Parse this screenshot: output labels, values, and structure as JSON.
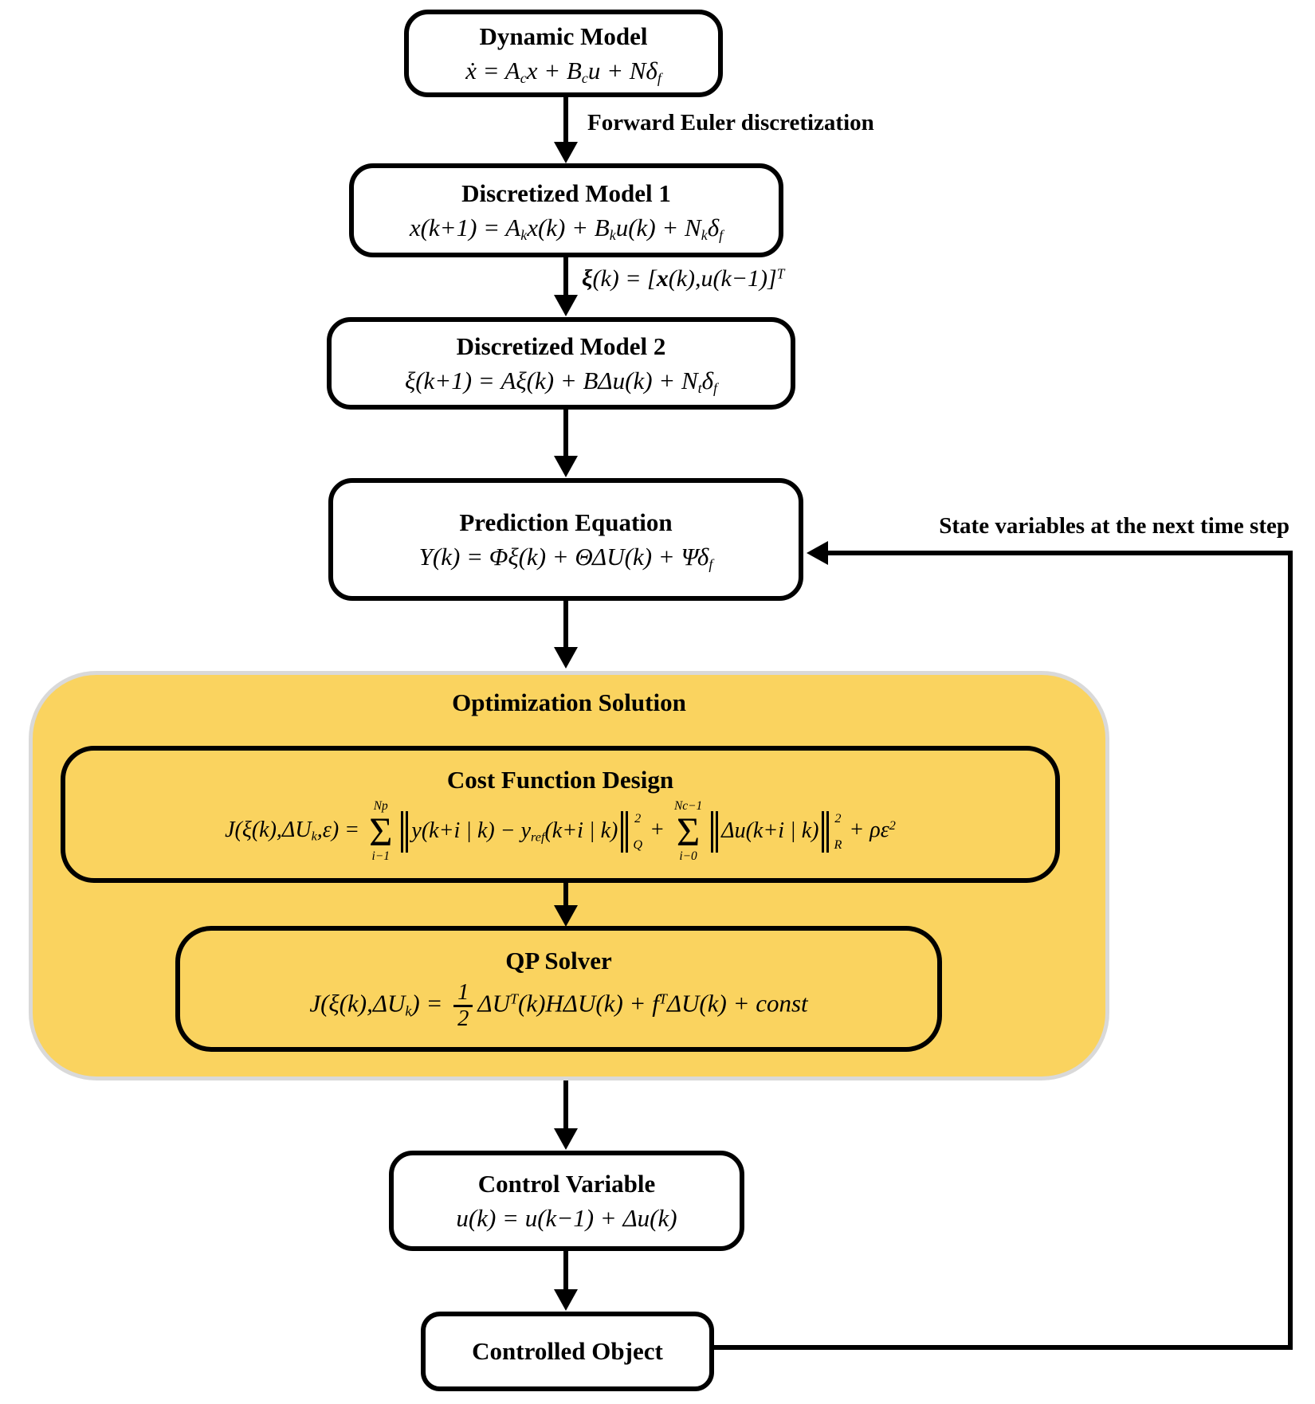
{
  "diagram": {
    "nodes": {
      "dynamic_model": {
        "title": "Dynamic Model",
        "equation": "ẋ = A_{c}x + B_{c}u + Nδ_{f}"
      },
      "discretized_model_1": {
        "title": "Discretized Model 1",
        "equation": "x(k+1) = A_{k}x(k) + B_{k}u(k) + N_{k}δ_{f}"
      },
      "discretized_model_2": {
        "title": "Discretized Model 2",
        "equation": "ξ(k+1) = Aξ(k) + BΔu(k) + N_{t}δ_{f}"
      },
      "prediction_equation": {
        "title": "Prediction Equation",
        "equation": "Y(k) = Φξ(k) + ΘΔU(k) + Ψδ_{f}"
      },
      "optimization_solution": {
        "title": "Optimization Solution"
      },
      "cost_function_design": {
        "title": "Cost Function Design",
        "equation": "J(ξ(k),ΔU_{k},ε) = \\sum{Np}{i−1}\\norm{y(k+i | k) − y_{ref}(k+i | k)}{2}{Q} + \\sum{Nc−1}{i−0}\\norm{Δu(k+i | k)}{2}{R} + ρε^{2}"
      },
      "qp_solver": {
        "title": "QP Solver",
        "equation": "J(ξ(k),ΔU_{k}) = \\frac{1}{2}ΔU^{T}(k)HΔU(k) + f^{T}ΔU(k) + const"
      },
      "control_variable": {
        "title": "Control Variable",
        "equation": "u(k) = u(k−1) + Δu(k)"
      },
      "controlled_object": {
        "title": "Controlled Object"
      }
    },
    "edge_labels": {
      "euler_discretization": "Forward Euler discretization",
      "xi_definition": "\\b{ξ}(k) = [\\b{x}(k),u(k−1)]^{T}",
      "feedback": "State variables at the next time step"
    },
    "colors": {
      "highlight_fill": "#FAD35F",
      "highlight_outline": "#D9D9D9",
      "line_color": "#000000",
      "box_background": "#FFFFFF"
    }
  }
}
